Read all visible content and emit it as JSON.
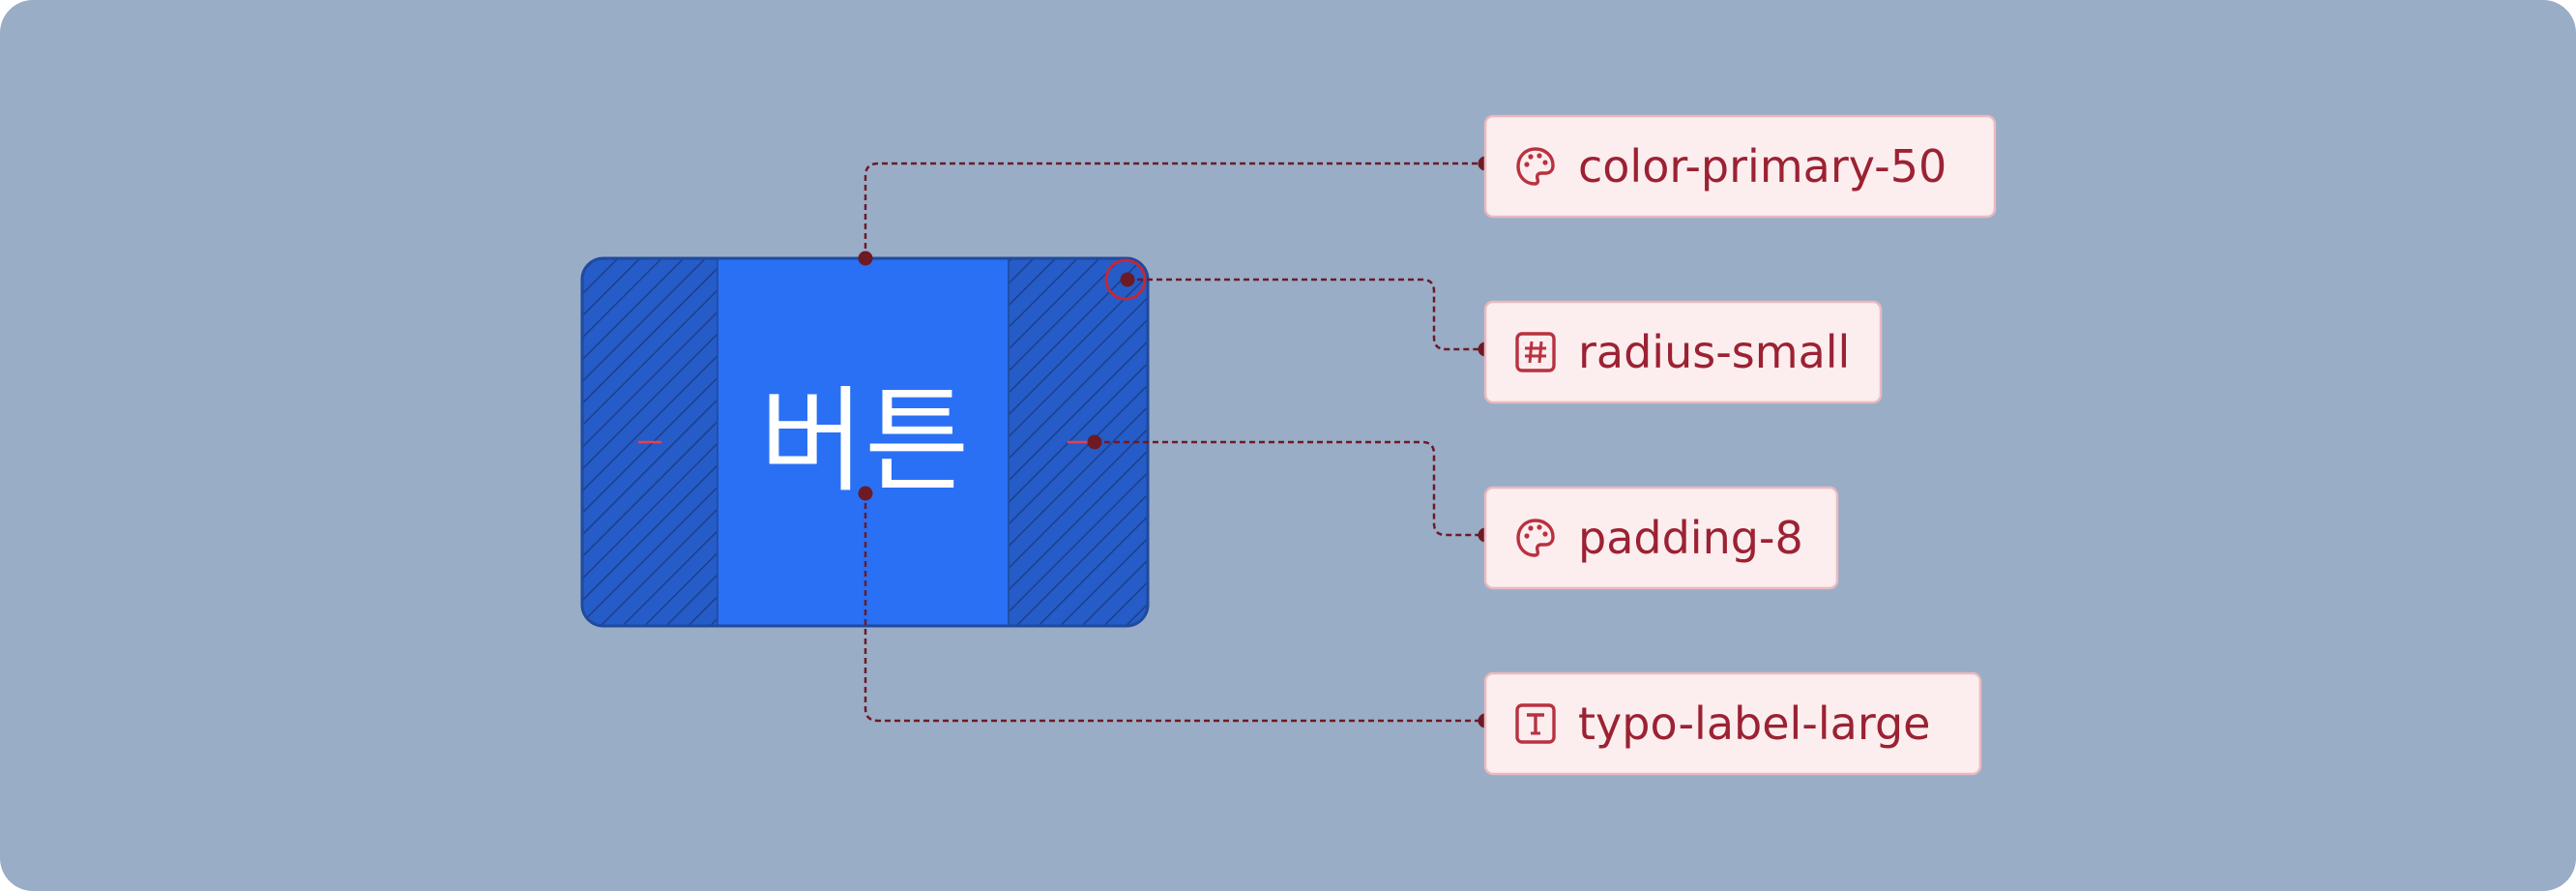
{
  "button": {
    "label": "버튼",
    "fill_color": "#2970f5",
    "padding_color": "#265cc7"
  },
  "tokens": [
    {
      "label": "color-primary-50",
      "icon": "palette-icon"
    },
    {
      "label": "radius-small",
      "icon": "hash-icon"
    },
    {
      "label": "padding-8",
      "icon": "palette-icon"
    },
    {
      "label": "typo-label-large",
      "icon": "text-icon"
    }
  ],
  "colors": {
    "background": "#99adc7",
    "connector": "#6e1a24",
    "tag_bg": "#fcedee",
    "tag_border": "#eab9bf",
    "tag_text": "#9b2233"
  }
}
